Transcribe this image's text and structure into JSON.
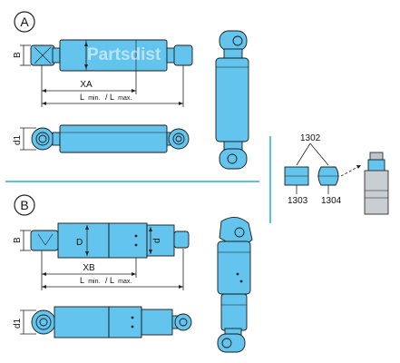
{
  "labels": {
    "section_a": "A",
    "section_b": "B",
    "dim_b": "B",
    "dim_d": "D",
    "dim_d_small": "d",
    "dim_d1": "d1",
    "dim_xa": "XA",
    "dim_xb": "XB",
    "dim_l_prefix": "L",
    "dim_l_min": "min.",
    "dim_l_sep": "/ L",
    "dim_l_max": "max.",
    "part_1302": "1302",
    "part_1303": "1303",
    "part_1304": "1304"
  },
  "watermark": "Partsdist",
  "colors": {
    "part_blue": "#63c4ee",
    "divider_blue": "#5bc1ea",
    "line": "#1a1a1a"
  }
}
